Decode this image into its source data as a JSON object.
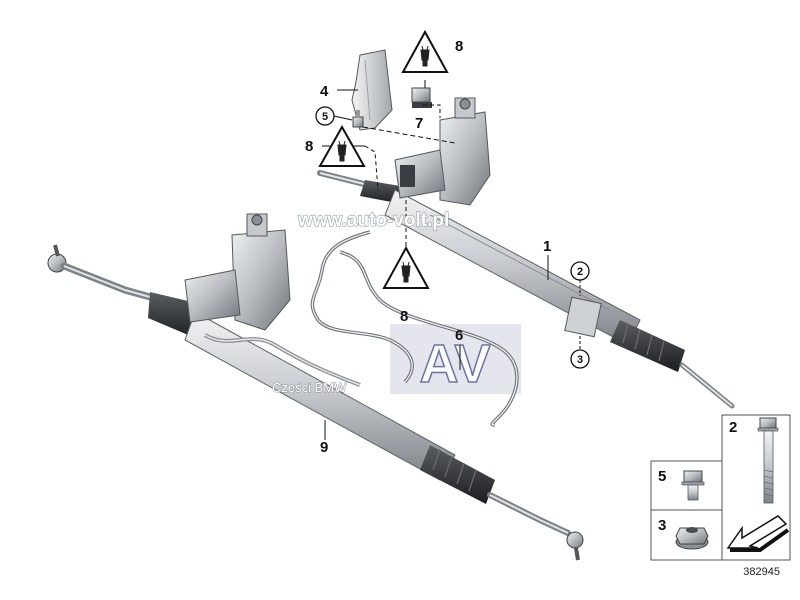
{
  "watermark": {
    "url_text": "www.auto-volt.pl",
    "logo_letters": "AV",
    "parts_text": "Części BMW"
  },
  "callouts": {
    "tie_rod_rack_right": "1",
    "bolt_ring_upper": "2",
    "nut_ring_lower": "3",
    "heat_shield": "4",
    "screw_ring": "5",
    "pipe_line": "6",
    "plug_connector": "7",
    "note_8_top": "8",
    "note_8_left": "8",
    "note_8_bottom": "8",
    "rack_left": "9"
  },
  "parts_box": {
    "bolt_label": "2",
    "screw_label": "5",
    "nut_label": "3"
  },
  "diagram_number": "382945",
  "colors": {
    "metal_light": "#e6e8ea",
    "metal_mid": "#b9bdc2",
    "metal_dark": "#7d8288",
    "boot_black": "#2a2c2f",
    "line": "#222222",
    "watermark_blue": "#1e2d6e"
  }
}
